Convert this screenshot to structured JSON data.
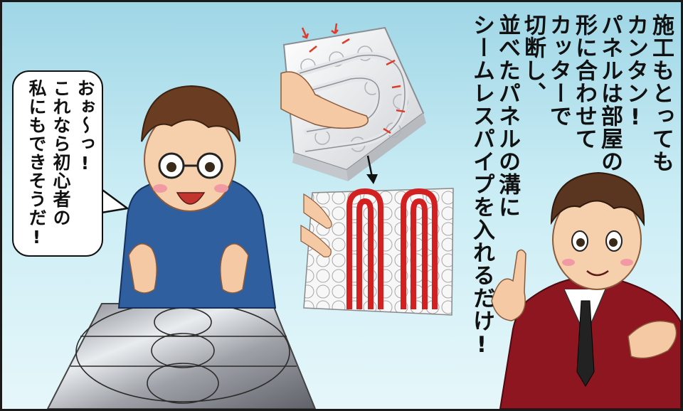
{
  "speech_bubble": {
    "lines": [
      "おぉ〜っ!",
      "これなら初心者の",
      "私にもできそうだ!"
    ]
  },
  "narration": {
    "lines": [
      "施工もとっても",
      "カンタン!",
      "パネルは部屋の",
      "形に合わせて",
      "カッターで",
      "切断し、",
      "並べたパネルの溝に",
      "シームレスパイプを入れるだけ!"
    ]
  },
  "colors": {
    "sky": "#aadbe8",
    "pipe_red": "#d32020",
    "suit_red": "#8e1620",
    "sweater_blue": "#2f5f9e"
  }
}
